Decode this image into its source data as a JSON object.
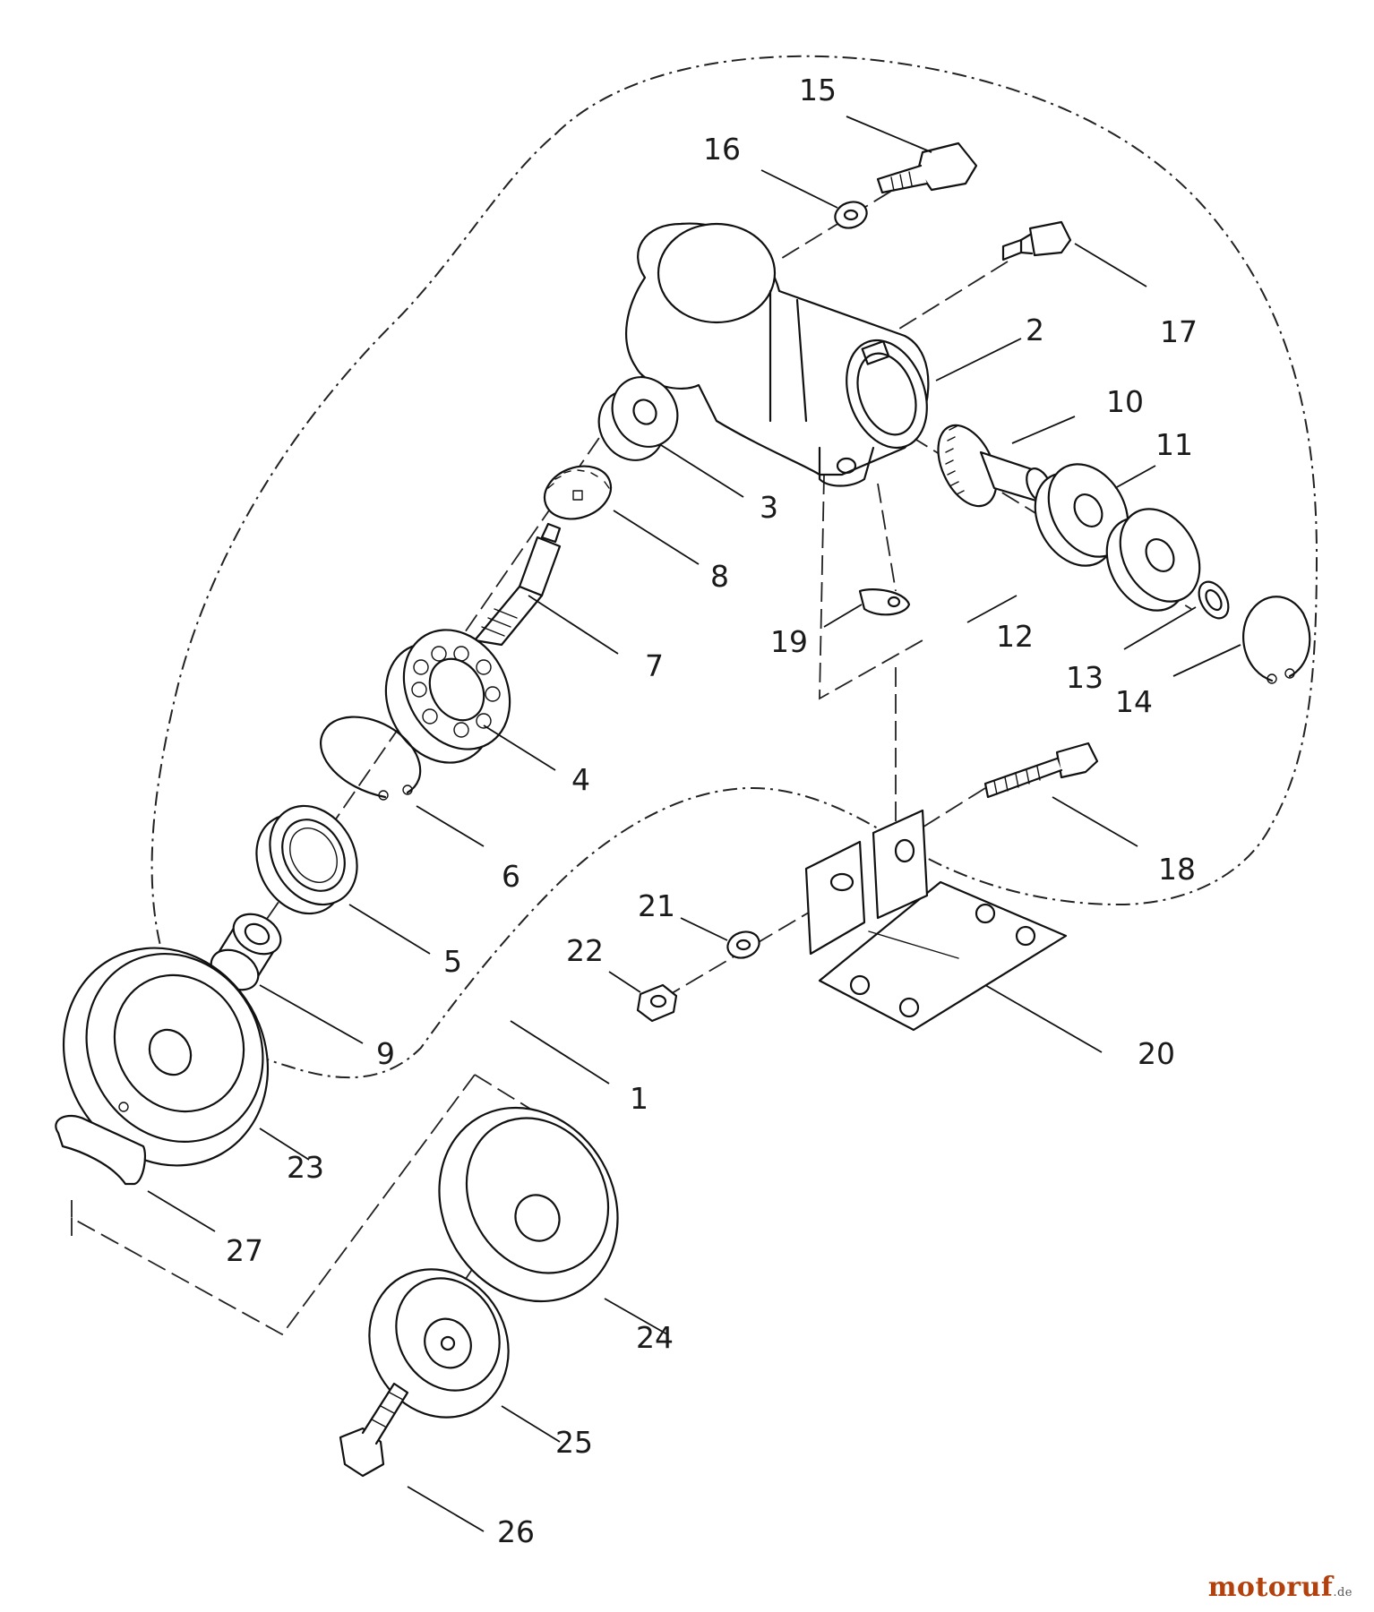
{
  "diagram": {
    "part_numbers": [
      "1",
      "2",
      "3",
      "4",
      "5",
      "6",
      "7",
      "8",
      "9",
      "10",
      "11",
      "12",
      "13",
      "14",
      "15",
      "16",
      "17",
      "18",
      "19",
      "20",
      "21",
      "22",
      "23",
      "24",
      "25",
      "26",
      "27"
    ]
  },
  "watermark": {
    "brand": "motoruf",
    "suffix": ".de",
    "color": "#b3410e"
  }
}
